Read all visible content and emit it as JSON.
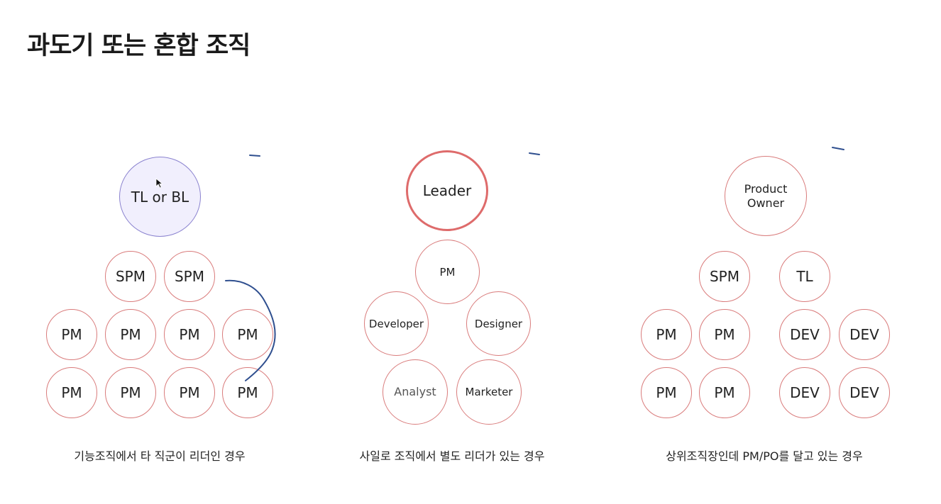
{
  "title": "과도기 또는 혼합 조직",
  "groups": [
    {
      "caption": "기능조직에서 타 직군이 리더인 경우",
      "head": "TL or BL",
      "spm": [
        "SPM",
        "SPM"
      ],
      "row1": [
        "PM",
        "PM",
        "PM",
        "PM"
      ],
      "row2": [
        "PM",
        "PM",
        "PM",
        "PM"
      ]
    },
    {
      "caption": "사일로 조직에서 별도 리더가 있는 경우",
      "head": "Leader",
      "pm": "PM",
      "developer": "Developer",
      "designer": "Designer",
      "analyst": "Analyst",
      "marketer": "Marketer"
    },
    {
      "caption": "상위조직장인데 PM/PO를 달고 있는 경우",
      "head_line1": "Product",
      "head_line2": "Owner",
      "spm": "SPM",
      "tl": "TL",
      "pm": [
        "PM",
        "PM",
        "PM",
        "PM"
      ],
      "dev": [
        "DEV",
        "DEV",
        "DEV",
        "DEV"
      ]
    }
  ],
  "colors": {
    "node_border": "#d97b7b",
    "leader_border": "#de6b6b",
    "tl_border": "#8a82cf",
    "tl_fill": "#f1effd",
    "ink": "#2f4f8f"
  }
}
